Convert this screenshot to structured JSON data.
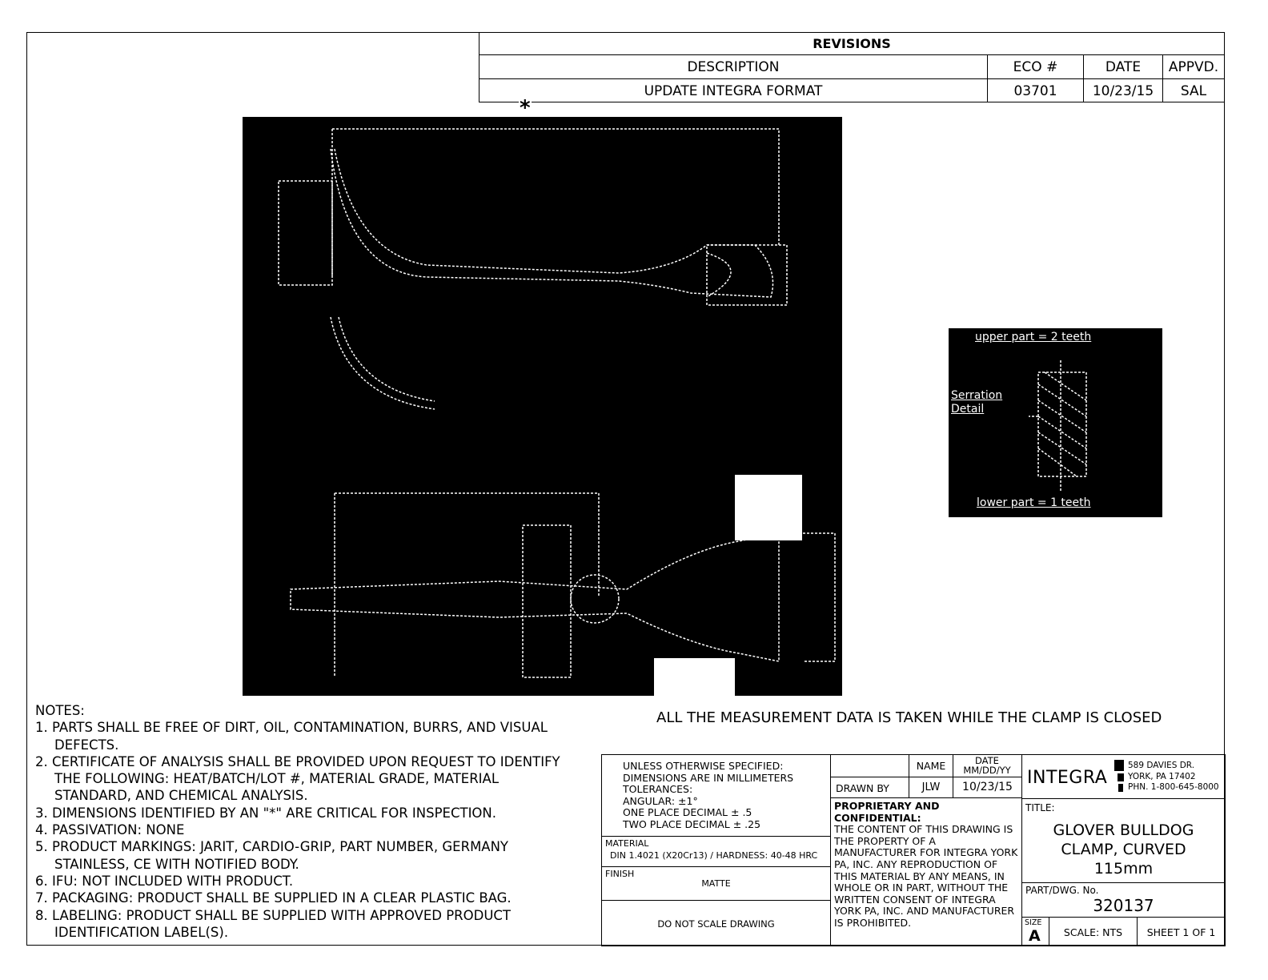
{
  "revisions": {
    "title": "REVISIONS",
    "headers": {
      "description": "DESCRIPTION",
      "eco": "ECO #",
      "date": "DATE",
      "approved": "APPVD."
    },
    "rows": [
      {
        "description": "UPDATE INTEGRA FORMAT",
        "eco": "03701",
        "date": "10/23/15",
        "approved": "SAL"
      }
    ]
  },
  "drawing": {
    "critical_marker": "*",
    "caption": "ALL THE MEASUREMENT DATA IS TAKEN WHILE THE CLAMP IS CLOSED",
    "detail_labels": [
      "upper part = 2 teeth",
      "Serration Detail",
      "lower part = 1 teeth"
    ]
  },
  "notes": {
    "title": "NOTES:",
    "items": [
      "1. PARTS SHALL BE FREE OF DIRT, OIL, CONTAMINATION, BURRS, AND VISUAL DEFECTS.",
      "2. CERTIFICATE OF ANALYSIS SHALL BE PROVIDED UPON REQUEST TO IDENTIFY THE FOLLOWING: HEAT/BATCH/LOT #, MATERIAL GRADE, MATERIAL STANDARD, AND CHEMICAL ANALYSIS.",
      "3. DIMENSIONS IDENTIFIED BY AN \"*\" ARE CRITICAL FOR INSPECTION.",
      "4. PASSIVATION: NONE",
      "5. PRODUCT MARKINGS: JARIT, CARDIO-GRIP, PART NUMBER, GERMANY STAINLESS, CE WITH NOTIFIED BODY.",
      "6. IFU: NOT INCLUDED WITH PRODUCT.",
      "7. PACKAGING: PRODUCT SHALL BE SUPPLIED IN A CLEAR PLASTIC BAG.",
      "8. LABELING: PRODUCT SHALL BE SUPPLIED WITH APPROVED PRODUCT IDENTIFICATION LABEL(S)."
    ]
  },
  "title_block": {
    "tolerances": [
      "UNLESS OTHERWISE SPECIFIED:",
      "DIMENSIONS ARE IN MILLIMETERS",
      "TOLERANCES:",
      "ANGULAR: ±1°",
      "ONE PLACE DECIMAL ± .5",
      "TWO PLACE DECIMAL ± .25"
    ],
    "material_label": "MATERIAL",
    "material": "DIN 1.4021 (X20Cr13) / HARDNESS: 40-48 HRC",
    "finish_label": "FINISH",
    "finish": "MATTE",
    "no_scale": "DO NOT SCALE DRAWING",
    "name_header": "NAME",
    "date_header": "DATE MM/DD/YY",
    "drawn_by_label": "DRAWN BY",
    "drawn_by": "JLW",
    "drawn_date": "10/23/15",
    "proprietary_title": "PROPRIETARY AND CONFIDENTIAL:",
    "proprietary_text": "THE CONTENT OF THIS DRAWING IS THE PROPERTY OF A MANUFACTURER FOR INTEGRA YORK PA, INC. ANY REPRODUCTION OF THIS MATERIAL BY ANY MEANS, IN WHOLE OR IN PART, WITHOUT THE WRITTEN CONSENT OF INTEGRA YORK PA, INC. AND MANUFACTURER IS PROHIBITED.",
    "company": "INTEGRA",
    "address": [
      "589 DAVIES DR.",
      "YORK, PA 17402",
      "PHN. 1-800-645-8000"
    ],
    "title_label": "TITLE:",
    "title": [
      "GLOVER BULLDOG",
      "CLAMP, CURVED",
      "115mm"
    ],
    "part_label": "PART/DWG. No.",
    "part_number": "320137",
    "size_label": "SIZE",
    "size": "A",
    "scale": "SCALE: NTS",
    "sheet": "SHEET 1 OF 1"
  }
}
